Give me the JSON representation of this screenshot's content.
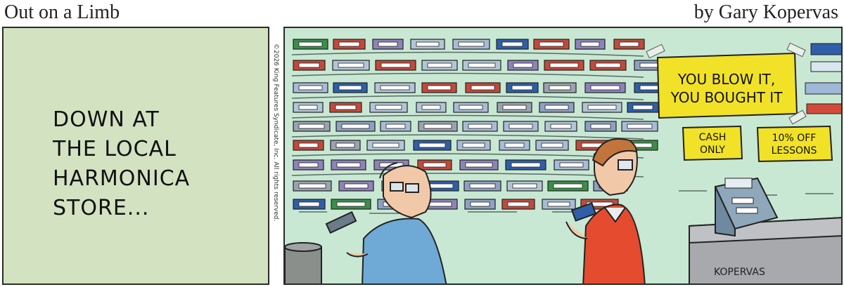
{
  "comic": {
    "title": "Out on a Limb",
    "byline": "by Gary Kopervas"
  },
  "panel1": {
    "caption_lines": [
      "DOWN AT",
      "THE LOCAL",
      "HARMONICA",
      "STORE..."
    ]
  },
  "copyright": "©2026 King Features Syndicate, Inc. All rights reserved.",
  "panel2": {
    "big_sign": [
      "YOU BLOW IT,",
      "YOU BOUGHT IT"
    ],
    "cash_sign": [
      "CASH",
      "ONLY"
    ],
    "lessons_sign": [
      "10% OFF",
      "LESSONS"
    ],
    "signature": "KOPERVAS"
  },
  "colors": {
    "panel1_bg": "#d3e3c2",
    "panel2_bg": "#c8e8d3",
    "sign_yellow": "#f2e227"
  }
}
